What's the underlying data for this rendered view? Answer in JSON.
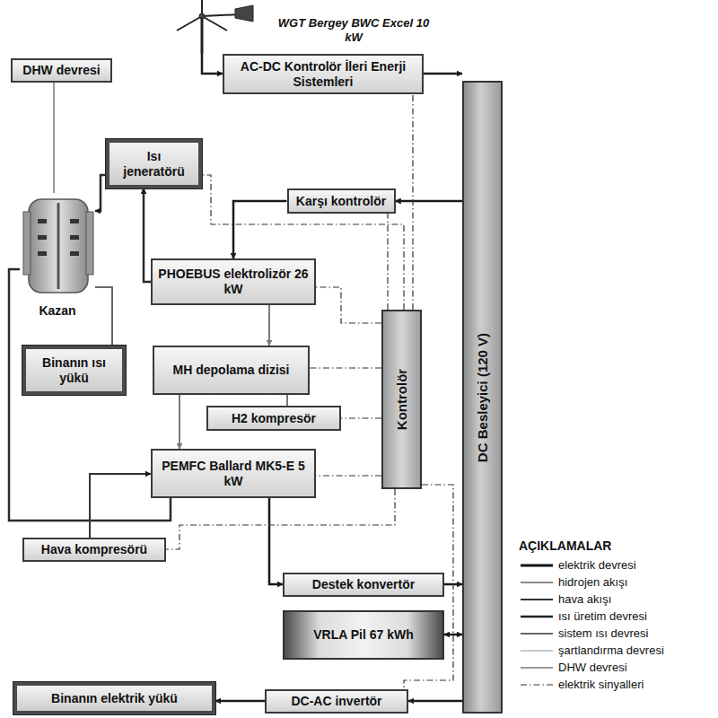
{
  "diagram": {
    "nodes": [
      {
        "text": [
          "WGT Bergey BWC Excel 10 kW"
        ]
      },
      {
        "text": [
          "DHW devresi"
        ]
      },
      {
        "text": [
          "AC-DC Kontrolör İleri Enerji Sistemleri"
        ]
      },
      {
        "text": [
          "Isı jeneratörü"
        ]
      },
      {
        "text": [
          "Karşı kontrolör"
        ]
      },
      {
        "text": [
          "PHOEBUS elektrolizör 26 kW"
        ]
      },
      {
        "text": [
          "Kazan"
        ]
      },
      {
        "text": [
          "Binanın ısı yükü"
        ]
      },
      {
        "text": [
          "MH depolama dizisi"
        ]
      },
      {
        "text": [
          "Kontrolör"
        ]
      },
      {
        "text": [
          "H2 kompresör"
        ]
      },
      {
        "text": [
          "PEMFC Ballard MK5-E 5 kW"
        ]
      },
      {
        "text": [
          "Hava kompresörü"
        ]
      },
      {
        "text": [
          "Destek konvertör"
        ]
      },
      {
        "text": [
          "VRLA Pil 67 kWh"
        ]
      },
      {
        "text": [
          "Binanın elektrik yükü"
        ]
      },
      {
        "text": [
          "DC-AC invertör"
        ]
      },
      {
        "text": [
          "DC Besleyici (120 V)"
        ]
      }
    ],
    "edges": [
      {
        "from": 0,
        "to": 2,
        "arrow": "to"
      },
      {
        "from": 2,
        "to": 17,
        "arrow": "to"
      },
      {
        "from": 17,
        "to": 4,
        "arrow": "to"
      },
      {
        "from": 4,
        "to": 5,
        "arrow": "to"
      },
      {
        "from": 5,
        "to": 8,
        "arrow": "to"
      },
      {
        "from": 5,
        "to": 3,
        "arrow": "to"
      },
      {
        "from": 3,
        "to": 6,
        "arrow": "to"
      },
      {
        "from": 6,
        "to": 1,
        "arrow": "none"
      },
      {
        "from": 6,
        "to": 7,
        "arrow": "none"
      },
      {
        "from": 11,
        "to": 6,
        "arrow": "none"
      },
      {
        "from": 12,
        "to": 11,
        "arrow": "to"
      },
      {
        "from": 11,
        "to": 13,
        "arrow": "to"
      },
      {
        "from": 13,
        "to": 17,
        "arrow": "to"
      },
      {
        "from": 17,
        "to": 14,
        "arrow": "both"
      },
      {
        "from": 17,
        "to": 16,
        "arrow": "to"
      },
      {
        "from": 16,
        "to": 15,
        "arrow": "to"
      },
      {
        "from": 8,
        "to": 10,
        "arrow": "none"
      },
      {
        "from": 8,
        "to": 11,
        "arrow": "to"
      },
      {
        "from": 9,
        "to": 2,
        "arrow": "none"
      },
      {
        "from": 9,
        "to": 4,
        "arrow": "none"
      },
      {
        "from": 9,
        "to": 8,
        "arrow": "none"
      },
      {
        "from": 9,
        "to": 10,
        "arrow": "none"
      },
      {
        "from": 9,
        "to": 12,
        "arrow": "none"
      },
      {
        "from": 9,
        "to": 16,
        "arrow": "none"
      },
      {
        "from": 9,
        "to": 5,
        "arrow": "none"
      },
      {
        "from": 9,
        "to": 11,
        "arrow": "none"
      },
      {
        "from": 9,
        "to": 3,
        "arrow": "none"
      }
    ],
    "labels": [
      "AÇIKLAMALAR"
    ],
    "legend": [
      {
        "text": "elektrik devresi"
      },
      {
        "text": "hidrojen akışı"
      },
      {
        "text": "hava akışı"
      },
      {
        "text": "ısı üretim devresi"
      },
      {
        "text": "sistem ısı devresi"
      },
      {
        "text": "şartlandırma devresi"
      },
      {
        "text": "DHW devresi"
      },
      {
        "text": "elektrik sinyalleri"
      }
    ]
  }
}
